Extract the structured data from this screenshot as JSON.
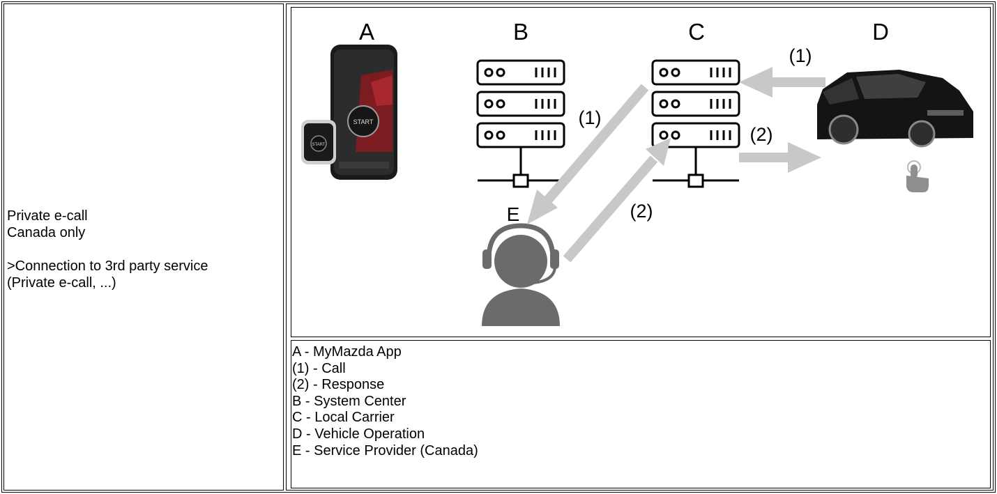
{
  "left_cell": {
    "line1": "Private e-call",
    "line2": "Canada only",
    "line3": ">Connection to 3rd party service",
    "line4": "(Private e-call, ...)"
  },
  "diagram": {
    "label_a": "A",
    "label_b": "B",
    "label_c": "C",
    "label_d": "D",
    "label_e": "E",
    "arrow_call_top": "(1)",
    "arrow_call_left": "(1)",
    "arrow_response_right": "(2)",
    "arrow_response_lower": "(2)",
    "phone_button": "START",
    "watch_button": "START"
  },
  "legend": [
    "A - MyMazda App",
    "(1) - Call",
    "(2) - Response",
    "B - System Center",
    "C - Local Carrier",
    "D - Vehicle Operation",
    "E - Service Provider (Canada)"
  ],
  "colors": {
    "arrow": "#c8c8c8",
    "icon": "#6b6b6b",
    "border": "#000000"
  }
}
